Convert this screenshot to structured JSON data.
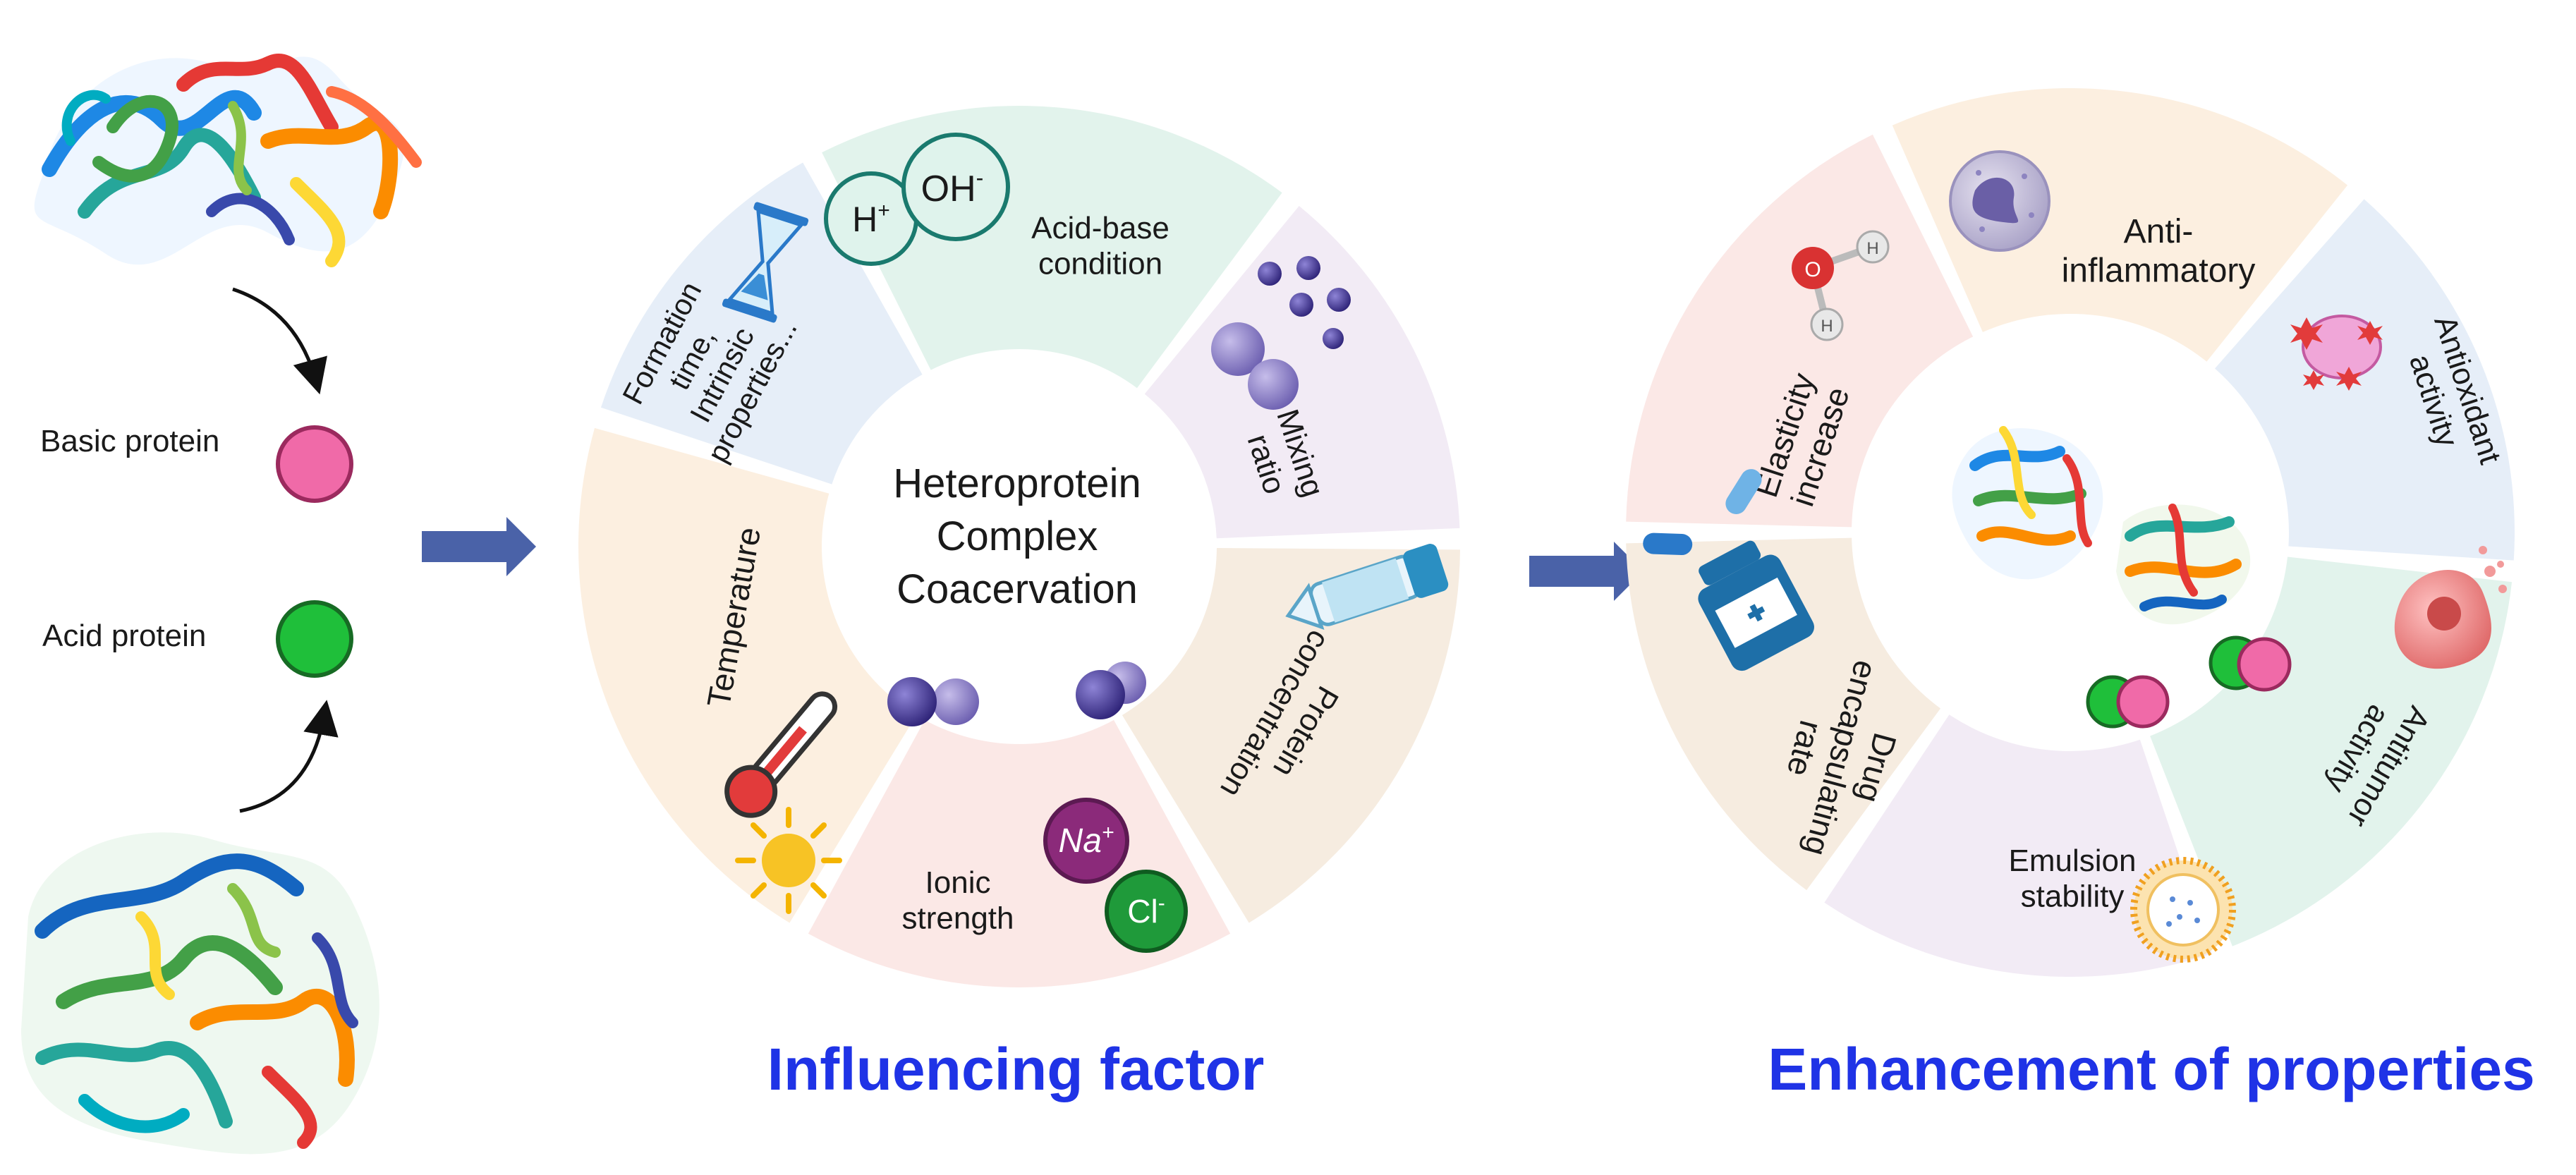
{
  "left_panel": {
    "basic_protein_label": "Basic protein",
    "acid_protein_label": "Acid protein",
    "basic_color": "#f06aa8",
    "acid_color": "#1fbf3a"
  },
  "influencing_wheel": {
    "center_lines": [
      "Heteroprotein",
      "Complex",
      "Coacervation"
    ],
    "title": "Influencing factor",
    "segments": [
      {
        "label_lines": [
          "Acid-base",
          "condition"
        ],
        "color": "#e2f3ec",
        "icon": "ph-bubble-icon"
      },
      {
        "label_lines": [
          "Mixing",
          "ratio"
        ],
        "color": "#f2ebf5",
        "icon": "spheres-icon"
      },
      {
        "label_lines": [
          "Protein",
          "concentration"
        ],
        "color": "#f6ece0",
        "icon": "test-tube-icon"
      },
      {
        "label_lines": [
          "Ionic",
          "strength"
        ],
        "color": "#fbe8e6",
        "icon": "ion-icon"
      },
      {
        "label_lines": [
          "Temperature"
        ],
        "color": "#fcefe0",
        "icon": "thermometer-icon"
      },
      {
        "label_lines": [
          "Formation",
          "time,",
          "Intrinsic",
          "properties..."
        ],
        "color": "#e6eef8",
        "icon": "hourglass-icon"
      }
    ],
    "ion_labels": {
      "h": "H",
      "h_sup": "+",
      "oh": "OH",
      "oh_sup": "-",
      "na": "Na",
      "na_sup": "+",
      "cl": "Cl",
      "cl_sup": "-"
    }
  },
  "enhancement_wheel": {
    "title": "Enhancement of properties",
    "segments": [
      {
        "label_lines": [
          "Anti-",
          "inflammatory"
        ],
        "color": "#fcefe0",
        "icon": "cell-icon"
      },
      {
        "label_lines": [
          "Antioxidant",
          "activity"
        ],
        "color": "#e6eef8",
        "icon": "radical-icon"
      },
      {
        "label_lines": [
          "Antitumor",
          "activity"
        ],
        "color": "#e2f3ec",
        "icon": "tumor-cell-icon"
      },
      {
        "label_lines": [
          "Emulsion",
          "stability"
        ],
        "color": "#f2ebf5",
        "icon": "micelle-icon"
      },
      {
        "label_lines": [
          "Drug",
          "encapsulating",
          "rate"
        ],
        "color": "#f6ece0",
        "icon": "pill-bottle-icon"
      },
      {
        "label_lines": [
          "Elasticity",
          "increase"
        ],
        "color": "#fbe8e6",
        "icon": "water-molecule-icon"
      }
    ]
  },
  "colors": {
    "arrow": "#4a62a8",
    "title_blue": "#1f33e6",
    "sphere_dark": "#3d2f8f",
    "sphere_light": "#8a7cc4",
    "text": "#1a1a1a"
  }
}
